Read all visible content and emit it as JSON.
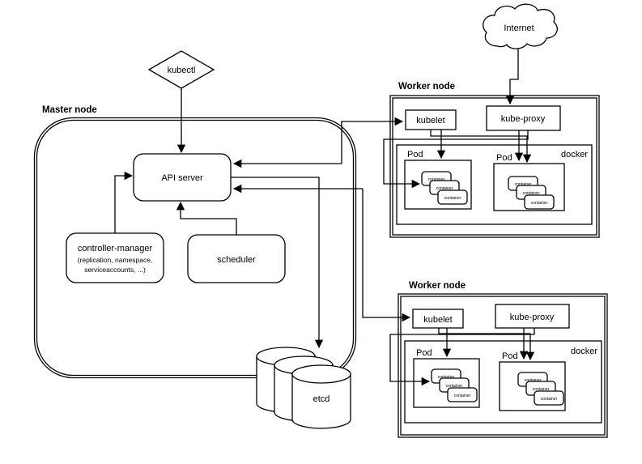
{
  "diagram": {
    "internet": {
      "label": "Internet"
    },
    "kubectl": {
      "label": "kubectl"
    },
    "master": {
      "title": "Master node",
      "api_server": {
        "label": "API server"
      },
      "controller_manager": {
        "label": "controller-manager",
        "sub1": "(replication, namespace,",
        "sub2": "serviceaccounts, ...)"
      },
      "scheduler": {
        "label": "scheduler"
      },
      "etcd": {
        "label": "etcd"
      }
    },
    "worker1": {
      "title": "Worker node",
      "kubelet": "kubelet",
      "kube_proxy": "kube-proxy",
      "docker": "docker",
      "pod1": {
        "label": "Pod",
        "containers": [
          "container",
          "container",
          "container"
        ]
      },
      "pod2": {
        "label": "Pod",
        "containers": [
          "container",
          "container",
          "container"
        ]
      }
    },
    "worker2": {
      "title": "Worker node",
      "kubelet": "kubelet",
      "kube_proxy": "kube-proxy",
      "docker": "docker",
      "pod1": {
        "label": "Pod",
        "containers": [
          "container",
          "container",
          "container"
        ]
      },
      "pod2": {
        "label": "Pod",
        "containers": [
          "container",
          "container",
          "container"
        ]
      }
    },
    "colors": {
      "stroke": "#000000",
      "background": "#ffffff"
    }
  }
}
